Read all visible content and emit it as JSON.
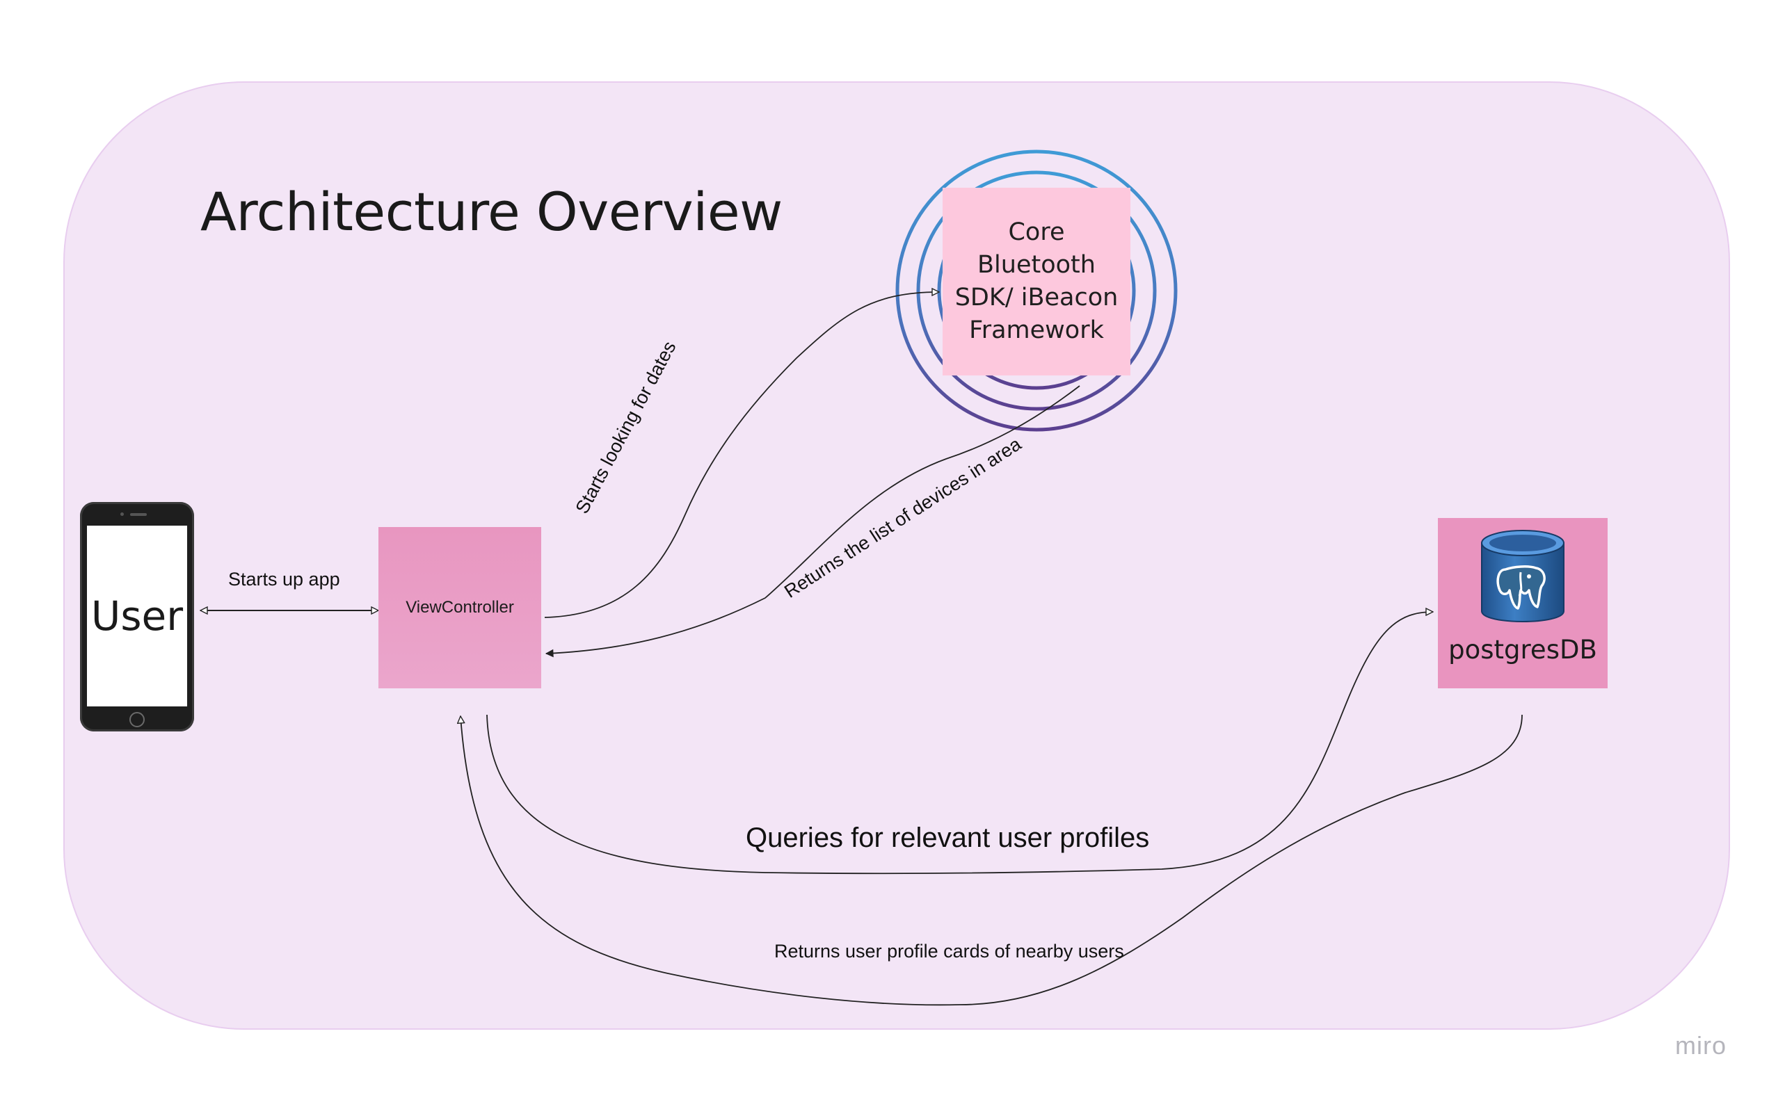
{
  "diagram": {
    "title": "Architecture Overview",
    "nodes": {
      "user": {
        "label": "User",
        "icon": "phone-icon"
      },
      "view_controller": {
        "label": "ViewController"
      },
      "core_bluetooth": {
        "label_lines": [
          "Core",
          "Bluetooth",
          "SDK/ iBeacon",
          "Framework"
        ],
        "icon": "signal-rings-icon"
      },
      "postgres": {
        "label": "postgresDB",
        "icon": "postgres-database-icon"
      }
    },
    "edges": {
      "starts_up_app": "Starts up app",
      "starts_looking": "Starts looking for dates",
      "returns_list": "Returns the list of devices in area",
      "queries": "Queries for relevant user profiles",
      "returns_cards": "Returns user profile cards of nearby users"
    }
  },
  "watermark": "miro",
  "colors": {
    "frame_fill": "#f3e5f6",
    "view_controller_sticky": "#e896c0",
    "core_sticky": "#fdc8dd",
    "postgres_sticky": "#e994bf",
    "ring_outer": "#3f8fd0",
    "ring_inner": "#5b3f8f"
  }
}
